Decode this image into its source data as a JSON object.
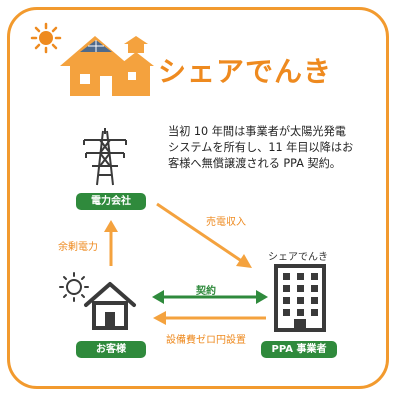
{
  "brand": {
    "name": "シェアでんき"
  },
  "description": {
    "lines": [
      "当初 10 年間は事業者が太陽光発電",
      "システムを所有し、11 年目以降はお",
      "客様へ無償譲渡される PPA 契約。"
    ]
  },
  "nodes": {
    "power_company": "電力会社",
    "customer": "お客様",
    "ppa_operator": "PPA 事業者",
    "operator_caption": "シェアでんき"
  },
  "arrows": {
    "surplus_power": "余剰電力",
    "electricity_income": "売電収入",
    "contract": "契約",
    "free_installation": "設備費ゼロ円設置"
  },
  "colors": {
    "orange": "#ee8a1f",
    "green": "#2f8a3c",
    "dark": "#333333"
  },
  "icons": [
    "sun-icon",
    "houses-with-solar-panels-icon",
    "transmission-tower-icon",
    "house-icon",
    "office-building-icon"
  ]
}
